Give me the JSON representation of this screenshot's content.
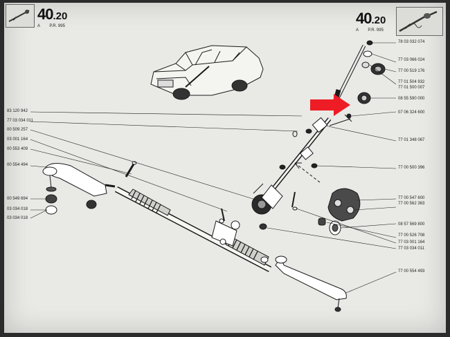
{
  "header_left": {
    "page_big": "40",
    "page_small": ".20",
    "sub_a": "A",
    "sub_pr": "P.R. 995"
  },
  "header_right": {
    "page_big": "40",
    "page_small": ".20",
    "sub_a": "A",
    "sub_pr": "P.R. 995"
  },
  "refs_right": [
    "78 03 032 074",
    "77 03 066 024",
    "77 00 519 176",
    "77 01 504 932",
    "77 01 500 007",
    "08 55 590 000",
    "07 06 324 600",
    "77 01 348 067",
    "77 00 500 396",
    "77 00 547 600",
    "77 00 562 363",
    "08 57 569 800",
    "77 00 526 708",
    "77 03 001 164",
    "77 03 034 011",
    "77 00 554 493"
  ],
  "refs_left": [
    "83 120 942",
    "77 03 034 011",
    "00 509 257",
    "03 001 164",
    "00 553 409",
    "00 554 494",
    "00 549 694",
    "03 034 018",
    "03 034 018"
  ],
  "colors": {
    "paper": "#e9e9e6",
    "ink": "#1a1a1a",
    "arrow": "#ee1c25"
  }
}
